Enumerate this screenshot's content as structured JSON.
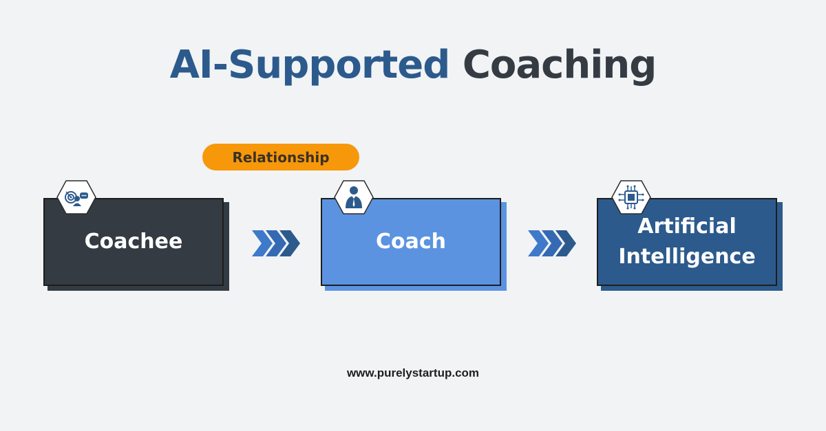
{
  "title": {
    "part1": "AI-Supported",
    "part2": "Coaching"
  },
  "relationship_label": "Relationship",
  "nodes": [
    {
      "label": "Coachee",
      "icon": "coachee-target-chat-icon",
      "color": "#343b43"
    },
    {
      "label": "Coach",
      "icon": "businessman-icon",
      "color": "#5b93e1"
    },
    {
      "label": "Artificial Intelligence",
      "icon": "ai-chip-icon",
      "color": "#2c5a8c"
    }
  ],
  "arrows": [
    "chevron-triple-icon",
    "chevron-triple-icon"
  ],
  "footer": {
    "url": "www.purelystartup.com"
  },
  "colors": {
    "background": "#f1f3f5",
    "accent_orange": "#f7980a",
    "title_blue": "#2c5a8c",
    "title_dark": "#343b43",
    "chevron_light": "#3f79c9",
    "chevron_dark": "#2c5a8c"
  }
}
